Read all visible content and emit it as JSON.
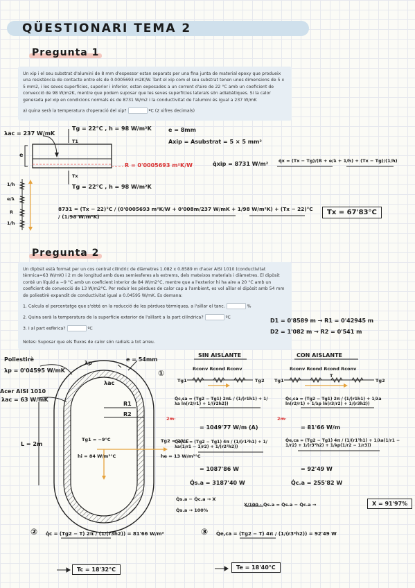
{
  "title": "QÜESTIONARI   TEMA 2",
  "sections": {
    "q1_heading": "Pregunta 1",
    "q2_heading": "Pregunta 2"
  },
  "q1": {
    "statement": "Un xip i el seu substrat d'alumini de 8 mm d'espessor estan separats per una fina junta de material epoxy que produeix una resistència de contacte entre els de 0.0005693 m2K/W. Tant el xip com el seu substrat tenen unes dimensions de 5 x 5  mm2, i les seves superfícies, superior i inferior, estan exposades a un corrent d'aire de 22 °C amb un coeficient de convecció de 98 W/m2K, mentre que podem suposar que les seves superfícies laterals són adiabàtiques. Si la calor generada pel xip en condicions normals és de 8731 W/m2 i la conductivitat de l'alumini és igual a 237 W/mK",
    "question_a_pre": "a) quina serà la temperatura d'operació del xip?",
    "question_a_post": "ºC (2 xifres decimals)",
    "notes": {
      "lambda_ac": "λac = 237 W/mK",
      "tg_top": "Tg = 22°C , h = 98 W/m²K",
      "t1": "T1",
      "tx": "Tx",
      "e_label": "e",
      "r_label": "R = 0'0005693 m²K/W",
      "tg_bottom": "Tg = 22°C , h = 98 W/m²K",
      "e_value": "e = 8mm",
      "areas": "Axip = Asubstrat = 5 × 5 mm²",
      "qxip": "q̇xip = 8731 W/m²",
      "qx_formula": "q̇x = (Tx − Tg)/(R + e/λ + 1/h) + (Tx − Tg)/(1/h)",
      "resist_labels": [
        "1/h",
        "e/λ",
        "R",
        "1/h"
      ],
      "main_eq": "8731 = (Tx − 22)°C / (0'0005693 m²K/W + 0'008m/237 W/mK + 1/98 W/m²K) + (Tx − 22)°C / (1/98 W/m²K)",
      "answer": "Tx = 67'83°C"
    }
  },
  "q2": {
    "statement": "Un dipòsit està format per un cos central cilíndric de diàmetres 1.082 x 0.8589 m d'acer AISI 1010 (conductivitat tèrmica=63 W/mK) i 2 m de longitud amb dues semiesferes als extrems, dels mateixos materials i diàmetres. El dipòsit conté un líquid a −9 °C amb un coeficient interior de 84 W/m2°C, mentre que a l'exterior hi ha aire a 20 °C amb un coeficient de convecció de 13 W/m2°C. Per reduir les pèrdues de calor cap a l'ambient, es vol aïllar el dipòsit amb 54 mm de poliestirè expandit de conductivitat igual a 0.04595  W/mK. Es demana:",
    "item1_pre": "1. Calcula el percentatge que s'obté en la reducció de les pèrdues tèrmiques, a l'aïllar  el tanc.",
    "item1_post": "%",
    "item2_pre": "2. Quina serà la temperatura de la superfície exterior de l'aïllant a la part cilíndrica?",
    "item2_post": "ºC",
    "item3_pre": "3. I al part esfèrica?",
    "item3_post": "ºC",
    "footnote": "Notes: Suposar que els fluxos de calor són radials a tot arreu.",
    "notes": {
      "d1": "D1 = 0'8589 m → R1 = 0'42945 m",
      "d2": "D2 = 1'082 m → R2 = 0'541 m",
      "polistire": "Poliestirè",
      "lambda_p": "λp = 0'04595 W/mK",
      "acer": "Acer AISI 1010",
      "lambda_ac": "λac = 63 W/mK",
      "lp": "λp",
      "lac": "λac",
      "e": "e = 54mm",
      "r1": "R1",
      "r2": "R2",
      "length": "L = 2m",
      "tg1": "Tg1 = −9°C",
      "hi": "hi = 84 W/m²°C",
      "tg2": "Tg2 = 20°C",
      "he": "he = 13 W/m²°C",
      "circle1": "①",
      "sin_aislante": "SIN AISLANTE",
      "con_aislante": "CON AISLANTE",
      "chain_sin": "Rconv Rcond Rconv",
      "chain_con": "Rconv Rcond Rcond Rconv",
      "tg1_lbl": "Tg1",
      "tg2_lbl": "Tg2",
      "t_lbl": "T",
      "qcsa_formula": "Q̇c,sa = (Tg2 − Tg1) 2πL / (1/(r1h1) + 1/λa ln(r2/r1) + 1/(r2h2))",
      "qcsa_val": "= 1049'77 W/m (A)",
      "qcca_formula": "Q̇c,ca = (Tg2 − Tg1) 2π / (1/(r1h1) + 1/λa ln(r2/r1) + 1/λp ln(r3/r2) + 1/(r3h2))",
      "qcca_val": "= 81'66 W/m",
      "qesa_formula": "Q̇e,sa = (Tg2 − Tg1) 4π / (1/(r1²h1) + 1/λa(1/r1 − 1/r2) + 1/(r2²h2))",
      "qesa_val": "= 1087'86 W",
      "qeca_formula": "Q̇e,ca = (Tg2 − Tg1) 4π / (1/(r1²h1) + 1/λa(1/r1 − 1/r2) + 1/(r3²h2) + 1/λp(1/r2 − 1/r3))",
      "qeca_val": "= 92'49 W",
      "two_m": "2m·",
      "qsa_total": "Q̇s.a = 3187'40 W",
      "qca_total": "Q̇c.a = 255'82 W",
      "ratio_top": "Q̇s.a − Q̇c.a → X",
      "ratio_bot": "Q̇s.a → 100%",
      "cross": "X/100 · Q̇s.a = Q̇s.a − Q̇c.a →",
      "ans1": "X = 91'97%",
      "circle2": "②",
      "q2_formula": "q̇c = (Tg2 − T) 2π / (1/(r3h2)) = 81'66 W/m²",
      "ans2": "Tc = 18'32°C",
      "circle3": "③",
      "q3_formula": "Q̇e,ca = (Tg2 − T) 4π / (1/(r3²h2)) = 92'49 W",
      "ans3": "Te = 18'40°C"
    }
  }
}
